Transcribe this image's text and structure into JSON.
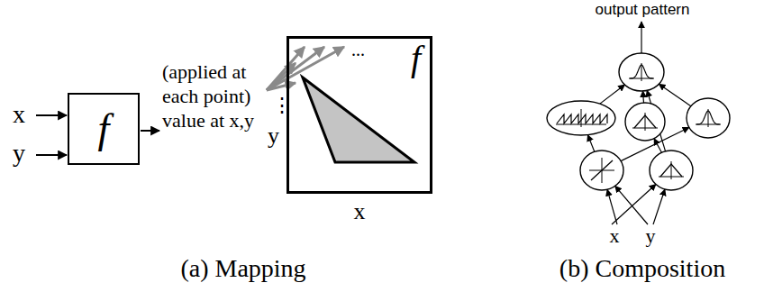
{
  "diagram": {
    "nodes": [
      {
        "text": [
          "f"
        ]
      },
      {
        "text": [
          "f"
        ]
      }
    ],
    "labels": [
      "x",
      "y",
      "(applied at each point) value at x,y",
      "...",
      "⋮",
      "y",
      "x",
      "(a) Mapping",
      "output pattern",
      "x",
      "y",
      "(b) Composition"
    ]
  }
}
